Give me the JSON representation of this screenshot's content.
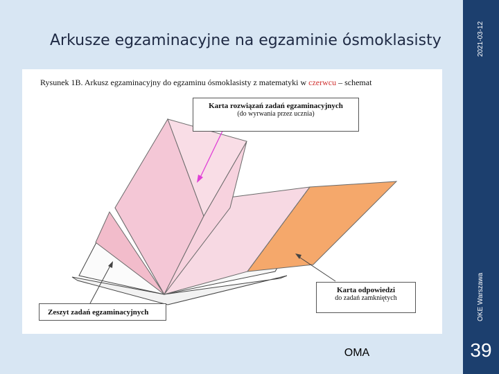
{
  "slide": {
    "title": "Arkusze egzaminacyjne na egzaminie ósmoklasisty",
    "date": "2021-03-12",
    "organization": "OKE Warszawa",
    "page_number": "39",
    "footer": "OMA"
  },
  "figure": {
    "caption_prefix": "Rysunek 1B. Arkusz egzaminacyjny do egzaminu ósmoklasisty z matematyki w",
    "caption_highlight": "czerwcu",
    "caption_suffix": "– schemat",
    "callout_answer_card_title": "Karta rozwiązań zadań egzaminacyjnych",
    "callout_answer_card_sub": "(do wyrwania przez ucznia)",
    "callout_closed_answers_title": "Karta odpowiedzi",
    "callout_closed_answers_sub": "do zadań zamkniętych",
    "callout_booklet": "Zeszyt zadań egzaminacyjnych"
  },
  "colors": {
    "sidebar": "#1c3f6e",
    "background": "#d8e6f3",
    "pink_page": "#f4c7d6",
    "pink_light": "#f7d9e3",
    "orange_page": "#f5a86b",
    "arrow_magenta": "#e03fd6",
    "caption_highlight": "#d0302f"
  }
}
